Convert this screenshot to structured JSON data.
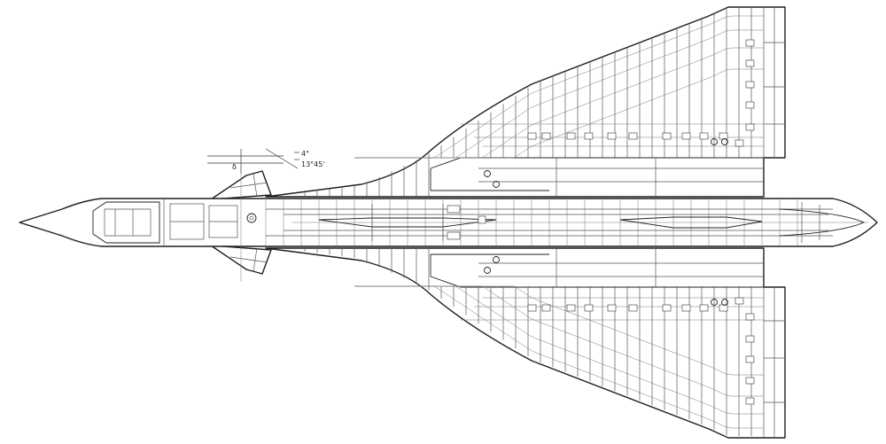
{
  "drawing": {
    "line_color": "#1e1e1e",
    "background": "#ffffff"
  },
  "annotations": {
    "canard_angle_top": "4°",
    "canard_angle_bottom": "13°45'",
    "delta_symbol": "δ"
  }
}
